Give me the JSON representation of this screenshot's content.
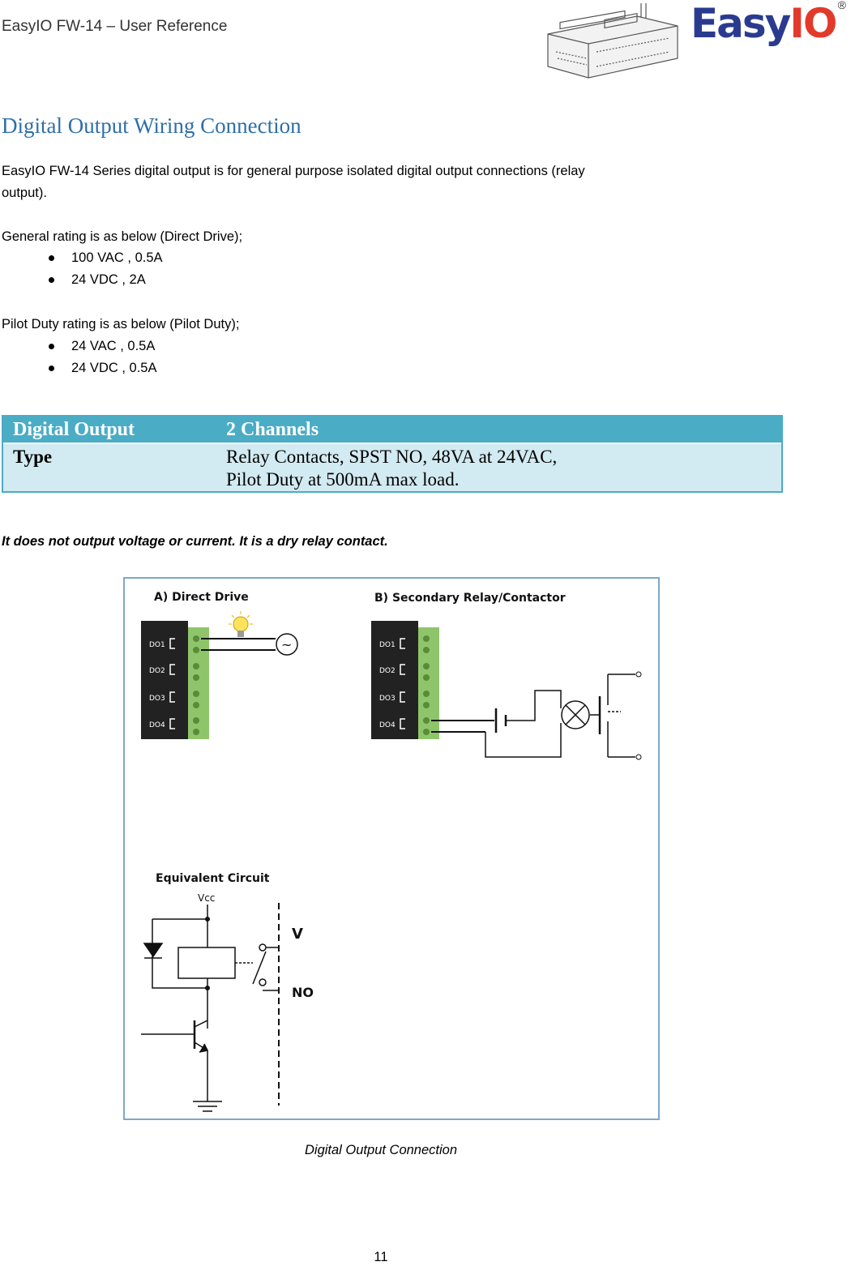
{
  "header": {
    "doc_title": "EasyIO FW-14 – User Reference",
    "logo_text_part1": "Easy",
    "logo_text_part2": "IO",
    "logo_registered": "®"
  },
  "section": {
    "title": "Digital Output Wiring Connection",
    "intro_line1": "EasyIO FW-14 Series digital output is for general purpose isolated digital output connections (relay",
    "intro_line2": "output).",
    "general_label": "General rating is as below (Direct Drive);",
    "general_ratings": [
      "100 VAC , 0.5A",
      "24 VDC , 2A"
    ],
    "pilot_label": "Pilot Duty rating is as below (Pilot Duty);",
    "pilot_ratings": [
      "24 VAC , 0.5A",
      "24 VDC , 0.5A"
    ]
  },
  "spec_table": {
    "header_col1": "Digital Output",
    "header_col2": "2 Channels",
    "row_label": "Type",
    "row_value_line1": "Relay Contacts, SPST NO, 48VA at 24VAC,",
    "row_value_line2": "Pilot Duty at 500mA max load."
  },
  "note": "It does not output voltage or current. It is a dry relay contact.",
  "figure": {
    "label_a": "A) Direct Drive",
    "label_b": "B) Secondary Relay/Contactor",
    "terminals": [
      "DO1",
      "DO2",
      "DO3",
      "DO4"
    ],
    "equiv_label": "Equivalent Circuit",
    "vcc_label": "Vcc",
    "v_label": "V",
    "no_label": "NO",
    "ac_symbol": "~",
    "caption": "Digital Output Connection"
  },
  "footer": {
    "page_number": "11"
  }
}
